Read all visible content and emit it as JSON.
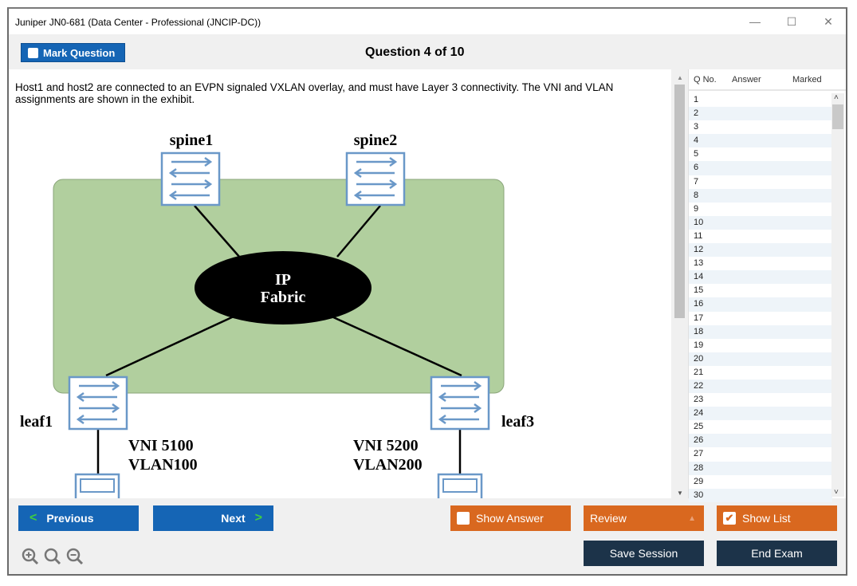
{
  "window": {
    "title": "Juniper JN0-681 (Data Center - Professional (JNCIP-DC))",
    "controls": {
      "minimize": "—",
      "maximize": "☐",
      "close": "✕"
    }
  },
  "toolbar": {
    "mark_question_label": "Mark Question",
    "question_title": "Question 4 of 10"
  },
  "question": {
    "text": "Host1 and host2 are connected to an EVPN signaled VXLAN overlay, and must have Layer 3 connectivity. The VNI and VLAN assignments are shown in the exhibit."
  },
  "exhibit": {
    "spine1": "spine1",
    "spine2": "spine2",
    "fabric_line1": "IP",
    "fabric_line2": "Fabric",
    "leaf1": "leaf1",
    "leaf3": "leaf3",
    "left_vni": "VNI 5100",
    "left_vlan": "VLAN100",
    "right_vni": "VNI 5200",
    "right_vlan": "VLAN200",
    "fabric_color": "#b1cf9e",
    "switch_color": "#6a98c8"
  },
  "question_list": {
    "columns": [
      "Q No.",
      "Answer",
      "Marked"
    ],
    "rows": [
      "1",
      "2",
      "3",
      "4",
      "5",
      "6",
      "7",
      "8",
      "9",
      "10",
      "11",
      "12",
      "13",
      "14",
      "15",
      "16",
      "17",
      "18",
      "19",
      "20",
      "21",
      "22",
      "23",
      "24",
      "25",
      "26",
      "27",
      "28",
      "29",
      "30"
    ]
  },
  "footer": {
    "previous_label": "Previous",
    "next_label": "Next",
    "show_answer_label": "Show Answer",
    "show_answer_checked": false,
    "review_label": "Review",
    "show_list_label": "Show List",
    "show_list_checked": true,
    "save_session_label": "Save Session",
    "end_exam_label": "End Exam",
    "zoom_icons": [
      "zoom-in-icon",
      "zoom-reset-icon",
      "zoom-out-icon"
    ]
  },
  "colors": {
    "primary_blue": "#1565b5",
    "accent_orange": "#d9681f",
    "navy": "#1c3349",
    "chevron_green": "#3fcf3f"
  }
}
